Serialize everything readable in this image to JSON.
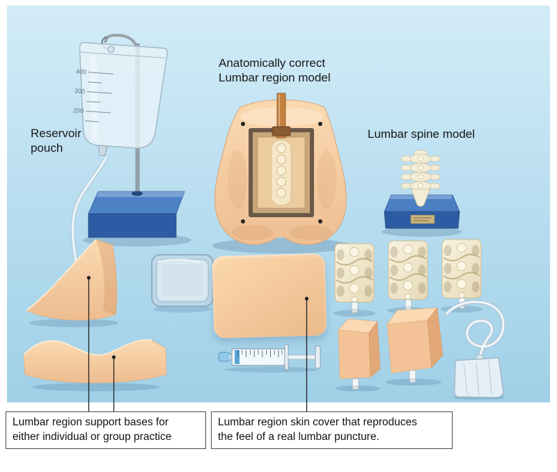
{
  "figure": {
    "type": "annotated-product-photo",
    "background_color": "#b9def0"
  },
  "annotations": {
    "reservoir_pouch": {
      "lines": [
        "Reservoir",
        "pouch"
      ]
    },
    "lumbar_region_model": {
      "lines": [
        "Anatomically correct",
        "Lumbar region model"
      ]
    },
    "lumbar_spine_model": {
      "lines": [
        "Lumbar spine model"
      ]
    }
  },
  "callouts": {
    "support_bases": {
      "lines": [
        "Lumbar region support bases for",
        "either individual or group practice"
      ]
    },
    "skin_cover": {
      "lines": [
        "Lumbar region skin cover that reproduces",
        "the feel of a real lumbar puncture."
      ]
    }
  },
  "reservoir_bag": {
    "scale_marks": [
      "400",
      "300",
      "200"
    ]
  },
  "colors": {
    "backdrop_top": "#cfeaf6",
    "backdrop_bottom": "#9fcfe6",
    "flesh": "#f3c79a",
    "bone": "#f2ead2",
    "base_blue": "#2e5ca4",
    "callout_border": "#4a4a4a",
    "text": "#161616"
  }
}
